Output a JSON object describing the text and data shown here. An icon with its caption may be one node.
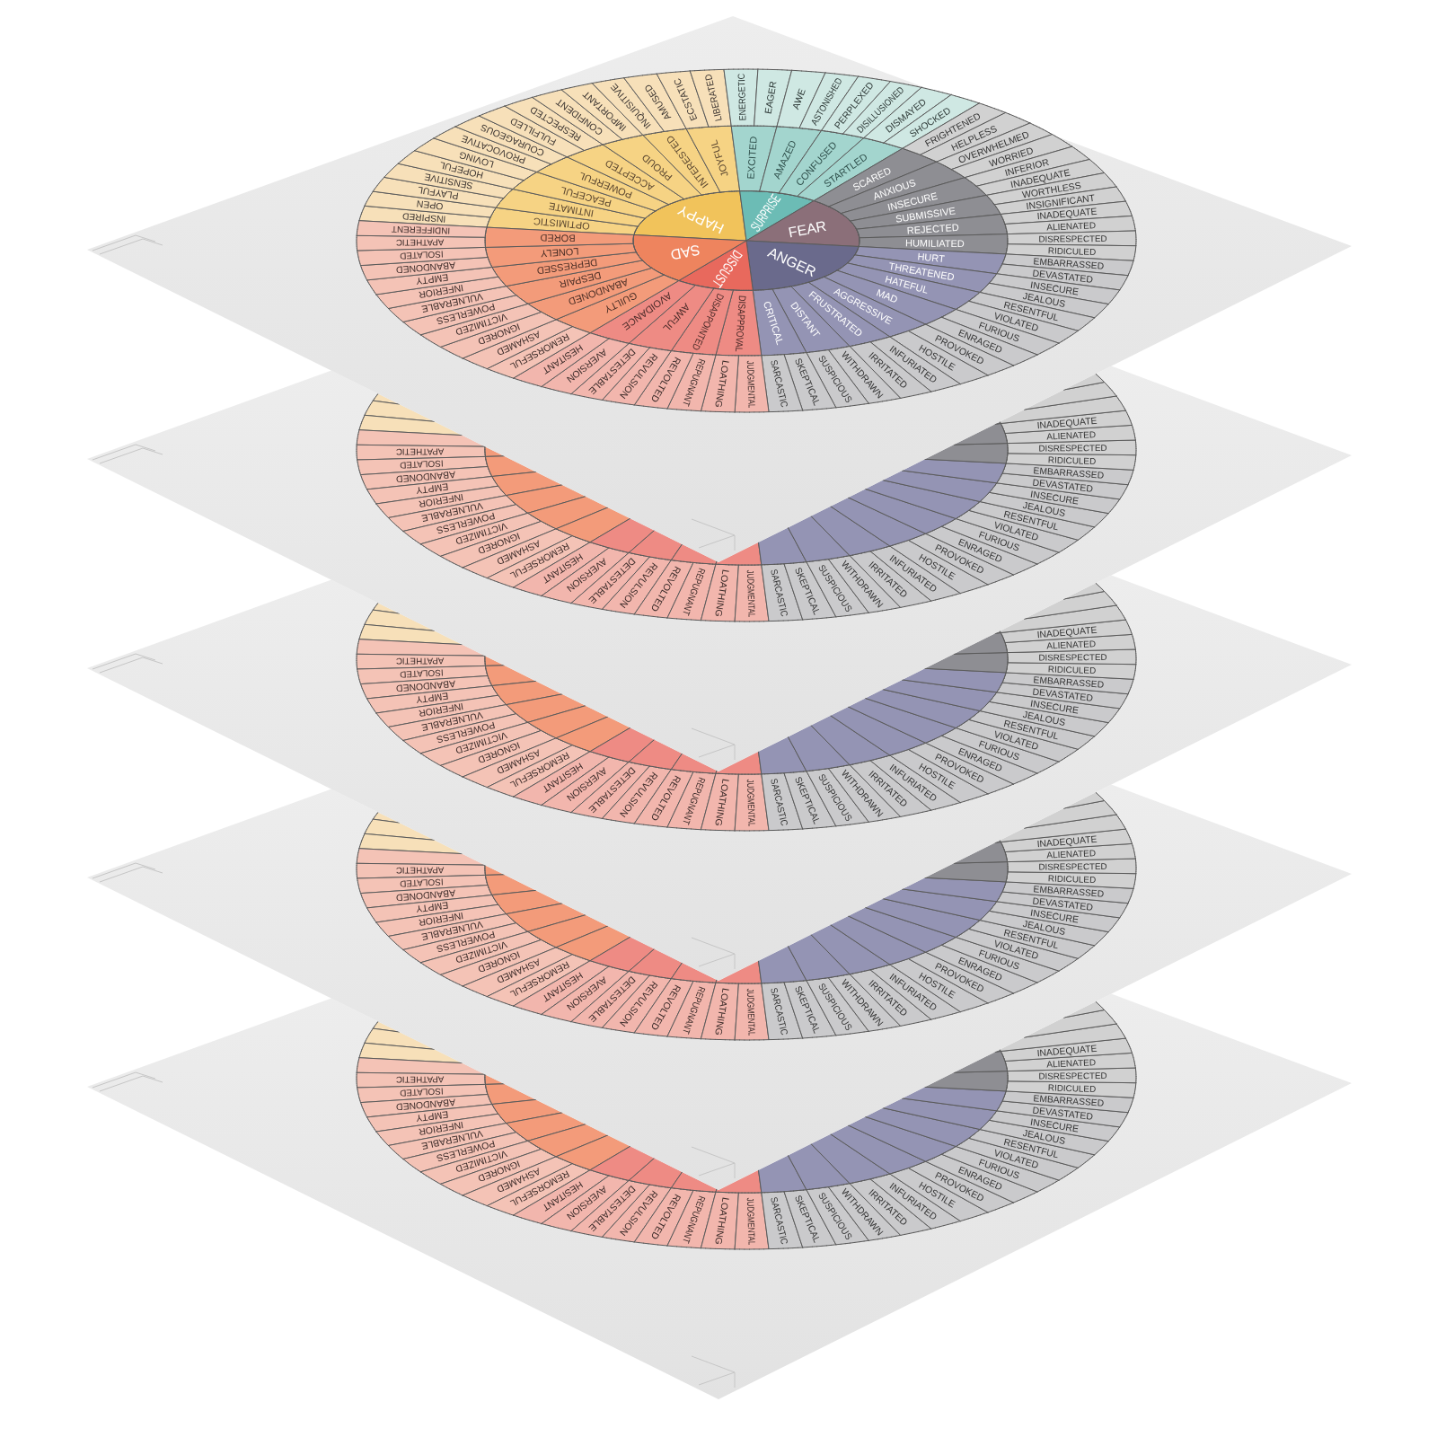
{
  "diagram": {
    "nodes": [
      {
        "text": [
          "HAPPY"
        ]
      },
      {
        "text": [
          "SURPRISE"
        ]
      },
      {
        "text": [
          "FEAR"
        ]
      },
      {
        "text": [
          "ANGER"
        ]
      },
      {
        "text": [
          "DISGUST"
        ]
      },
      {
        "text": [
          "SAD"
        ]
      },
      {
        "text": [
          "OPTIMISTIC"
        ]
      },
      {
        "text": [
          "INTIMATE"
        ]
      },
      {
        "text": [
          "PEACEFUL"
        ]
      },
      {
        "text": [
          "POWERFUL"
        ]
      },
      {
        "text": [
          "ACCEPTED"
        ]
      },
      {
        "text": [
          "PROUD"
        ]
      },
      {
        "text": [
          "INTERESTED"
        ]
      },
      {
        "text": [
          "JOYFUL"
        ]
      },
      {
        "text": [
          "EXCITED"
        ]
      },
      {
        "text": [
          "AMAZED"
        ]
      },
      {
        "text": [
          "CONFUSED"
        ]
      },
      {
        "text": [
          "STARTLED"
        ]
      },
      {
        "text": [
          "SCARED"
        ]
      },
      {
        "text": [
          "ANXIOUS"
        ]
      },
      {
        "text": [
          "INSECURE"
        ]
      },
      {
        "text": [
          "SUBMISSIVE"
        ]
      },
      {
        "text": [
          "REJECTED"
        ]
      },
      {
        "text": [
          "HUMILIATED"
        ]
      },
      {
        "text": [
          "HURT"
        ]
      },
      {
        "text": [
          "THREATENED"
        ]
      },
      {
        "text": [
          "HATEFUL"
        ]
      },
      {
        "text": [
          "MAD"
        ]
      },
      {
        "text": [
          "AGGRESSIVE"
        ]
      },
      {
        "text": [
          "FRUSTRATED"
        ]
      },
      {
        "text": [
          "DISTANT"
        ]
      },
      {
        "text": [
          "CRITICAL"
        ]
      },
      {
        "text": [
          "DISAPPROVAL"
        ]
      },
      {
        "text": [
          "DISAPPOINTED"
        ]
      },
      {
        "text": [
          "AWFUL"
        ]
      },
      {
        "text": [
          "AVOIDANCE"
        ]
      },
      {
        "text": [
          "GUILTY"
        ]
      },
      {
        "text": [
          "ABANDONED"
        ]
      },
      {
        "text": [
          "DESPAIR"
        ]
      },
      {
        "text": [
          "DEPRESSED"
        ]
      },
      {
        "text": [
          "LONELY"
        ]
      },
      {
        "text": [
          "BORED"
        ]
      },
      {
        "text": [
          "INSPIRED"
        ]
      },
      {
        "text": [
          "OPEN"
        ]
      },
      {
        "text": [
          "PLAYFUL"
        ]
      },
      {
        "text": [
          "SENSITIVE"
        ]
      },
      {
        "text": [
          "HOPEFUL"
        ]
      },
      {
        "text": [
          "LOVING"
        ]
      },
      {
        "text": [
          "PROVOCATIVE"
        ]
      },
      {
        "text": [
          "COURAGEOUS"
        ]
      },
      {
        "text": [
          "FULFILLED"
        ]
      },
      {
        "text": [
          "RESPECTED"
        ]
      },
      {
        "text": [
          "CONFIDENT"
        ]
      },
      {
        "text": [
          "IMPORTANT"
        ]
      },
      {
        "text": [
          "INQUISITIVE"
        ]
      },
      {
        "text": [
          "AMUSED"
        ]
      },
      {
        "text": [
          "ECSTATIC"
        ]
      },
      {
        "text": [
          "LIBERATED"
        ]
      },
      {
        "text": [
          "ENERGETIC"
        ]
      },
      {
        "text": [
          "EAGER"
        ]
      },
      {
        "text": [
          "AWE"
        ]
      },
      {
        "text": [
          "ASTONISHED"
        ]
      },
      {
        "text": [
          "PERPLEXED"
        ]
      },
      {
        "text": [
          "DISILLUSIONED"
        ]
      },
      {
        "text": [
          "DISMAYED"
        ]
      },
      {
        "text": [
          "SHOCKED"
        ]
      },
      {
        "text": [
          "FRIGHTENED"
        ]
      },
      {
        "text": [
          "HELPLESS"
        ]
      },
      {
        "text": [
          "OVERWHELMED"
        ]
      },
      {
        "text": [
          "WORRIED"
        ]
      },
      {
        "text": [
          "INFERIOR"
        ]
      },
      {
        "text": [
          "INADEQUATE"
        ]
      },
      {
        "text": [
          "WORTHLESS"
        ]
      },
      {
        "text": [
          "INSIGNIFICANT"
        ]
      },
      {
        "text": [
          "INADEQUATE"
        ]
      },
      {
        "text": [
          "ALIENATED"
        ]
      },
      {
        "text": [
          "DISRESPECTED"
        ]
      },
      {
        "text": [
          "RIDICULED"
        ]
      },
      {
        "text": [
          "EMBARRASSED"
        ]
      },
      {
        "text": [
          "DEVASTATED"
        ]
      },
      {
        "text": [
          "INSECURE"
        ]
      },
      {
        "text": [
          "JEALOUS"
        ]
      },
      {
        "text": [
          "RESENTFUL"
        ]
      },
      {
        "text": [
          "VIOLATED"
        ]
      },
      {
        "text": [
          "FURIOUS"
        ]
      },
      {
        "text": [
          "ENRAGED"
        ]
      },
      {
        "text": [
          "PROVOKED"
        ]
      },
      {
        "text": [
          "HOSTILE"
        ]
      },
      {
        "text": [
          "INFURIATED"
        ]
      },
      {
        "text": [
          "IRRITATED"
        ]
      },
      {
        "text": [
          "WITHDRAWN"
        ]
      },
      {
        "text": [
          "SUSPICIOUS"
        ]
      },
      {
        "text": [
          "SKEPTICAL"
        ]
      },
      {
        "text": [
          "SARCASTIC"
        ]
      },
      {
        "text": [
          "JUDGMENTAL"
        ]
      },
      {
        "text": [
          "LOATHING"
        ]
      },
      {
        "text": [
          "REPUGNANT"
        ]
      },
      {
        "text": [
          "REVOLTED"
        ]
      },
      {
        "text": [
          "REVULSION"
        ]
      },
      {
        "text": [
          "DETESTABLE"
        ]
      },
      {
        "text": [
          "AVERSION"
        ]
      },
      {
        "text": [
          "HESITANT"
        ]
      },
      {
        "text": [
          "REMORSEFUL"
        ]
      },
      {
        "text": [
          "ASHAMED"
        ]
      },
      {
        "text": [
          "IGNORED"
        ]
      },
      {
        "text": [
          "VICTIMIZED"
        ]
      },
      {
        "text": [
          "POWERLESS"
        ]
      },
      {
        "text": [
          "VULNERABLE"
        ]
      },
      {
        "text": [
          "INFERIOR"
        ]
      },
      {
        "text": [
          "EMPTY"
        ]
      },
      {
        "text": [
          "ABANDONED"
        ]
      },
      {
        "text": [
          "ISOLATED"
        ]
      },
      {
        "text": [
          "APATHETIC"
        ]
      },
      {
        "text": [
          "INDIFFERENT"
        ]
      },
      {
        "text": [],
        "shape": "band"
      },
      {
        "text": [],
        "shape": "band"
      },
      {
        "text": [],
        "shape": "band"
      },
      {
        "text": [],
        "shape": "band"
      },
      {
        "text": [
          "APATHETIC"
        ]
      },
      {
        "text": [
          "ISOLATED"
        ]
      },
      {
        "text": [
          "ABANDONED"
        ]
      },
      {
        "text": [
          "EMPTY"
        ]
      },
      {
        "text": [
          "INFERIOR"
        ]
      },
      {
        "text": [
          "VULNERABLE"
        ]
      },
      {
        "text": [
          "POWERLESS"
        ]
      },
      {
        "text": [
          "VICTIMIZED"
        ]
      },
      {
        "text": [
          "IGNORED"
        ]
      },
      {
        "text": [
          "ASHAMED"
        ]
      },
      {
        "text": [
          "REMORSEFUL"
        ]
      },
      {
        "text": [
          "HESITANT"
        ]
      },
      {
        "text": [
          "AVERSION"
        ]
      },
      {
        "text": [
          "DETESTABLE"
        ]
      },
      {
        "text": [
          "REVULSION"
        ]
      },
      {
        "text": [
          "REVOLTED"
        ]
      },
      {
        "text": [
          "REPUGNANT"
        ]
      },
      {
        "text": [
          "LOATHING"
        ]
      },
      {
        "text": [
          "JUDGMENTAL"
        ]
      },
      {
        "text": [
          "SARCASTIC"
        ]
      },
      {
        "text": [
          "SKEPTICAL"
        ]
      },
      {
        "text": [
          "SUSPICIOUS"
        ]
      },
      {
        "text": [
          "WITHDRAWN"
        ]
      },
      {
        "text": [
          "IRRITATED"
        ]
      },
      {
        "text": [
          "INFURIATED"
        ]
      },
      {
        "text": [
          "HOSTILE"
        ]
      },
      {
        "text": [
          "PROVOKED"
        ]
      },
      {
        "text": [
          "ENRAGED"
        ]
      },
      {
        "text": [
          "FURIOUS"
        ]
      },
      {
        "text": [
          "VIOLATED"
        ]
      },
      {
        "text": [
          "RESENTFUL"
        ]
      },
      {
        "text": [
          "JEALOUS"
        ]
      },
      {
        "text": [
          "INSECURE"
        ]
      },
      {
        "text": [
          "DEVASTATED"
        ]
      },
      {
        "text": [
          "EMBARRASSED"
        ]
      },
      {
        "text": [
          "RIDICULED"
        ]
      },
      {
        "text": [
          "DISRESPECTED"
        ]
      },
      {
        "text": [
          "ALIENATED"
        ]
      },
      {
        "text": [
          "INADEQUATE"
        ]
      },
      {
        "text": [],
        "shape": "band"
      },
      {
        "text": [],
        "shape": "band"
      },
      {
        "text": [],
        "shape": "band"
      },
      {
        "text": [],
        "shape": "band"
      },
      {
        "text": [],
        "shape": "band"
      },
      {
        "text": [],
        "shape": "band"
      },
      {
        "text": [],
        "shape": "band"
      },
      {
        "text": [],
        "shape": "band"
      },
      {
        "text": [],
        "shape": "band"
      },
      {
        "text": [],
        "shape": "band"
      },
      {
        "text": [],
        "shape": "band"
      },
      {
        "text": [],
        "shape": "band"
      },
      {
        "text": [],
        "shape": "band"
      },
      {
        "text": [],
        "shape": "band"
      },
      {
        "text": [],
        "shape": "band"
      },
      {
        "text": [],
        "shape": "band"
      },
      {
        "text": [],
        "shape": "band"
      },
      {
        "text": [],
        "shape": "band"
      },
      {
        "text": [],
        "shape": "band"
      },
      {
        "text": [],
        "shape": "band"
      },
      {
        "text": [],
        "shape": "band"
      },
      {
        "text": [],
        "shape": "band"
      },
      {
        "text": [],
        "shape": "band"
      },
      {
        "text": [],
        "shape": "band"
      },
      {
        "text": [],
        "shape": "band"
      },
      {
        "text": [],
        "shape": "band"
      },
      {
        "text": [],
        "shape": "band"
      },
      {
        "text": [],
        "shape": "band"
      },
      {
        "text": [
          "APATHETIC"
        ]
      },
      {
        "text": [
          "ISOLATED"
        ]
      },
      {
        "text": [
          "ABANDONED"
        ]
      },
      {
        "text": [
          "EMPTY"
        ]
      },
      {
        "text": [
          "INFERIOR"
        ]
      },
      {
        "text": [
          "VULNERABLE"
        ]
      },
      {
        "text": [
          "POWERLESS"
        ]
      },
      {
        "text": [
          "VICTIMIZED"
        ]
      },
      {
        "text": [
          "IGNORED"
        ]
      },
      {
        "text": [
          "ASHAMED"
        ]
      },
      {
        "text": [
          "REMORSEFUL"
        ]
      },
      {
        "text": [
          "HESITANT"
        ]
      },
      {
        "text": [
          "AVERSION"
        ]
      },
      {
        "text": [
          "DETESTABLE"
        ]
      },
      {
        "text": [
          "REVULSION"
        ]
      },
      {
        "text": [
          "REVOLTED"
        ]
      },
      {
        "text": [
          "REPUGNANT"
        ]
      },
      {
        "text": [
          "LOATHING"
        ]
      },
      {
        "text": [
          "JUDGMENTAL"
        ]
      },
      {
        "text": [
          "SARCASTIC"
        ]
      },
      {
        "text": [
          "SKEPTICAL"
        ]
      },
      {
        "text": [
          "SUSPICIOUS"
        ]
      },
      {
        "text": [
          "WITHDRAWN"
        ]
      },
      {
        "text": [
          "IRRITATED"
        ]
      },
      {
        "text": [
          "INFURIATED"
        ]
      },
      {
        "text": [
          "HOSTILE"
        ]
      },
      {
        "text": [
          "PROVOKED"
        ]
      },
      {
        "text": [
          "ENRAGED"
        ]
      },
      {
        "text": [
          "FURIOUS"
        ]
      },
      {
        "text": [
          "VIOLATED"
        ]
      },
      {
        "text": [
          "RESENTFUL"
        ]
      },
      {
        "text": [
          "JEALOUS"
        ]
      },
      {
        "text": [
          "INSECURE"
        ]
      },
      {
        "text": [
          "DEVASTATED"
        ]
      },
      {
        "text": [
          "EMBARRASSED"
        ]
      },
      {
        "text": [
          "RIDICULED"
        ]
      },
      {
        "text": [
          "DISRESPECTED"
        ]
      },
      {
        "text": [
          "ALIENATED"
        ]
      },
      {
        "text": [
          "INADEQUATE"
        ]
      },
      {
        "text": [],
        "shape": "band"
      },
      {
        "text": [],
        "shape": "band"
      },
      {
        "text": [],
        "shape": "band"
      },
      {
        "text": [],
        "shape": "band"
      },
      {
        "text": [],
        "shape": "band"
      },
      {
        "text": [],
        "shape": "band"
      },
      {
        "text": [],
        "shape": "band"
      },
      {
        "text": [],
        "shape": "band"
      },
      {
        "text": [],
        "shape": "band"
      },
      {
        "text": [],
        "shape": "band"
      },
      {
        "text": [],
        "shape": "band"
      },
      {
        "text": [],
        "shape": "band"
      },
      {
        "text": [],
        "shape": "band"
      },
      {
        "text": [],
        "shape": "band"
      },
      {
        "text": [],
        "shape": "band"
      },
      {
        "text": [],
        "shape": "band"
      },
      {
        "text": [],
        "shape": "band"
      },
      {
        "text": [],
        "shape": "band"
      },
      {
        "text": [],
        "shape": "band"
      },
      {
        "text": [],
        "shape": "band"
      },
      {
        "text": [],
        "shape": "band"
      },
      {
        "text": [],
        "shape": "band"
      },
      {
        "text": [],
        "shape": "band"
      },
      {
        "text": [],
        "shape": "band"
      },
      {
        "text": [],
        "shape": "band"
      },
      {
        "text": [],
        "shape": "band"
      },
      {
        "text": [],
        "shape": "band"
      },
      {
        "text": [],
        "shape": "band"
      },
      {
        "text": [
          "APATHETIC"
        ]
      },
      {
        "text": [
          "ISOLATED"
        ]
      },
      {
        "text": [
          "ABANDONED"
        ]
      },
      {
        "text": [
          "EMPTY"
        ]
      },
      {
        "text": [
          "INFERIOR"
        ]
      },
      {
        "text": [
          "VULNERABLE"
        ]
      },
      {
        "text": [
          "POWERLESS"
        ]
      },
      {
        "text": [
          "VICTIMIZED"
        ]
      },
      {
        "text": [
          "IGNORED"
        ]
      },
      {
        "text": [
          "ASHAMED"
        ]
      },
      {
        "text": [
          "REMORSEFUL"
        ]
      },
      {
        "text": [
          "HESITANT"
        ]
      },
      {
        "text": [
          "AVERSION"
        ]
      },
      {
        "text": [
          "DETESTABLE"
        ]
      },
      {
        "text": [
          "REVULSION"
        ]
      },
      {
        "text": [
          "REVOLTED"
        ]
      },
      {
        "text": [
          "REPUGNANT"
        ]
      },
      {
        "text": [
          "LOATHING"
        ]
      },
      {
        "text": [
          "JUDGMENTAL"
        ]
      },
      {
        "text": [
          "SARCASTIC"
        ]
      },
      {
        "text": [
          "SKEPTICAL"
        ]
      },
      {
        "text": [
          "SUSPICIOUS"
        ]
      },
      {
        "text": [
          "WITHDRAWN"
        ]
      },
      {
        "text": [
          "IRRITATED"
        ]
      },
      {
        "text": [
          "INFURIATED"
        ]
      },
      {
        "text": [
          "HOSTILE"
        ]
      },
      {
        "text": [
          "PROVOKED"
        ]
      },
      {
        "text": [
          "ENRAGED"
        ]
      },
      {
        "text": [
          "FURIOUS"
        ]
      },
      {
        "text": [
          "VIOLATED"
        ]
      },
      {
        "text": [
          "RESENTFUL"
        ]
      },
      {
        "text": [
          "JEALOUS"
        ]
      },
      {
        "text": [
          "INSECURE"
        ]
      },
      {
        "text": [
          "DEVASTATED"
        ]
      },
      {
        "text": [
          "EMBARRASSED"
        ]
      },
      {
        "text": [
          "RIDICULED"
        ]
      },
      {
        "text": [
          "DISRESPECTED"
        ]
      },
      {
        "text": [
          "ALIENATED"
        ]
      },
      {
        "text": [
          "INADEQUATE"
        ]
      },
      {
        "text": [],
        "shape": "band"
      },
      {
        "text": [],
        "shape": "band"
      },
      {
        "text": [],
        "shape": "band"
      },
      {
        "text": [],
        "shape": "band"
      },
      {
        "text": [],
        "shape": "band"
      },
      {
        "text": [],
        "shape": "band"
      },
      {
        "text": [],
        "shape": "band"
      },
      {
        "text": [],
        "shape": "band"
      },
      {
        "text": [],
        "shape": "band"
      },
      {
        "text": [],
        "shape": "band"
      },
      {
        "text": [],
        "shape": "band"
      },
      {
        "text": [],
        "shape": "band"
      },
      {
        "text": [],
        "shape": "band"
      },
      {
        "text": [],
        "shape": "band"
      },
      {
        "text": [],
        "shape": "band"
      },
      {
        "text": [],
        "shape": "band"
      },
      {
        "text": [],
        "shape": "band"
      },
      {
        "text": [],
        "shape": "band"
      },
      {
        "text": [],
        "shape": "band"
      },
      {
        "text": [],
        "shape": "band"
      },
      {
        "text": [],
        "shape": "band"
      },
      {
        "text": [],
        "shape": "band"
      },
      {
        "text": [],
        "shape": "band"
      },
      {
        "text": [],
        "shape": "band"
      },
      {
        "text": [],
        "shape": "band"
      },
      {
        "text": [],
        "shape": "band"
      },
      {
        "text": [],
        "shape": "band"
      },
      {
        "text": [],
        "shape": "band"
      },
      {
        "text": [
          "APATHETIC"
        ]
      },
      {
        "text": [
          "ISOLATED"
        ]
      },
      {
        "text": [
          "ABANDONED"
        ]
      },
      {
        "text": [
          "EMPTY"
        ]
      },
      {
        "text": [
          "INFERIOR"
        ]
      },
      {
        "text": [
          "VULNERABLE"
        ]
      },
      {
        "text": [
          "POWERLESS"
        ]
      },
      {
        "text": [
          "VICTIMIZED"
        ]
      },
      {
        "text": [
          "IGNORED"
        ]
      },
      {
        "text": [
          "ASHAMED"
        ]
      },
      {
        "text": [
          "REMORSEFUL"
        ]
      },
      {
        "text": [
          "HESITANT"
        ]
      },
      {
        "text": [
          "AVERSION"
        ]
      },
      {
        "text": [
          "DETESTABLE"
        ]
      },
      {
        "text": [
          "REVULSION"
        ]
      },
      {
        "text": [
          "REVOLTED"
        ]
      },
      {
        "text": [
          "REPUGNANT"
        ]
      },
      {
        "text": [
          "LOATHING"
        ]
      },
      {
        "text": [
          "JUDGMENTAL"
        ]
      },
      {
        "text": [
          "SARCASTIC"
        ]
      },
      {
        "text": [
          "SKEPTICAL"
        ]
      },
      {
        "text": [
          "SUSPICIOUS"
        ]
      },
      {
        "text": [
          "WITHDRAWN"
        ]
      },
      {
        "text": [
          "IRRITATED"
        ]
      },
      {
        "text": [
          "INFURIATED"
        ]
      },
      {
        "text": [
          "HOSTILE"
        ]
      },
      {
        "text": [
          "PROVOKED"
        ]
      },
      {
        "text": [
          "ENRAGED"
        ]
      },
      {
        "text": [
          "FURIOUS"
        ]
      },
      {
        "text": [
          "VIOLATED"
        ]
      },
      {
        "text": [
          "RESENTFUL"
        ]
      },
      {
        "text": [
          "JEALOUS"
        ]
      },
      {
        "text": [
          "INSECURE"
        ]
      },
      {
        "text": [
          "DEVASTATED"
        ]
      },
      {
        "text": [
          "EMBARRASSED"
        ]
      },
      {
        "text": [
          "RIDICULED"
        ]
      },
      {
        "text": [
          "DISRESPECTED"
        ]
      },
      {
        "text": [
          "ALIENATED"
        ]
      },
      {
        "text": [
          "INADEQUATE"
        ]
      },
      {
        "text": [],
        "shape": "band"
      },
      {
        "text": [],
        "shape": "band"
      },
      {
        "text": [],
        "shape": "band"
      },
      {
        "text": [],
        "shape": "band"
      },
      {
        "text": [],
        "shape": "band"
      },
      {
        "text": [],
        "shape": "band"
      },
      {
        "text": [],
        "shape": "band"
      },
      {
        "text": [],
        "shape": "band"
      },
      {
        "text": [],
        "shape": "band"
      },
      {
        "text": [],
        "shape": "band"
      },
      {
        "text": [],
        "shape": "band"
      },
      {
        "text": [],
        "shape": "band"
      },
      {
        "text": [],
        "shape": "band"
      },
      {
        "text": [],
        "shape": "band"
      },
      {
        "text": [],
        "shape": "band"
      },
      {
        "text": [],
        "shape": "band"
      },
      {
        "text": [],
        "shape": "band"
      },
      {
        "text": [],
        "shape": "band"
      },
      {
        "text": [],
        "shape": "band"
      },
      {
        "text": [],
        "shape": "band"
      },
      {
        "text": [],
        "shape": "band"
      },
      {
        "text": [],
        "shape": "band"
      },
      {
        "text": [],
        "shape": "band"
      },
      {
        "text": [],
        "shape": "band"
      }
    ]
  }
}
